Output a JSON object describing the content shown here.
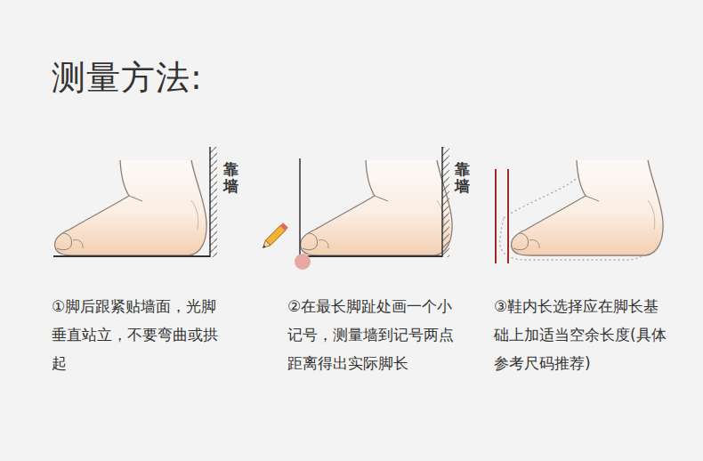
{
  "diagram": {
    "title": "测量方法:",
    "labels": [
      "靠墙",
      "靠墙",
      "①脚后跟紧贴墙面，光脚垂直站立，不要弯曲或拱起",
      "②在最长脚趾处画一个小记号，测量墙到记号两点距离得出实际脚长",
      "③鞋内长选择应在脚长基础上加适当空余长度(具体参考尺码推荐)"
    ]
  }
}
